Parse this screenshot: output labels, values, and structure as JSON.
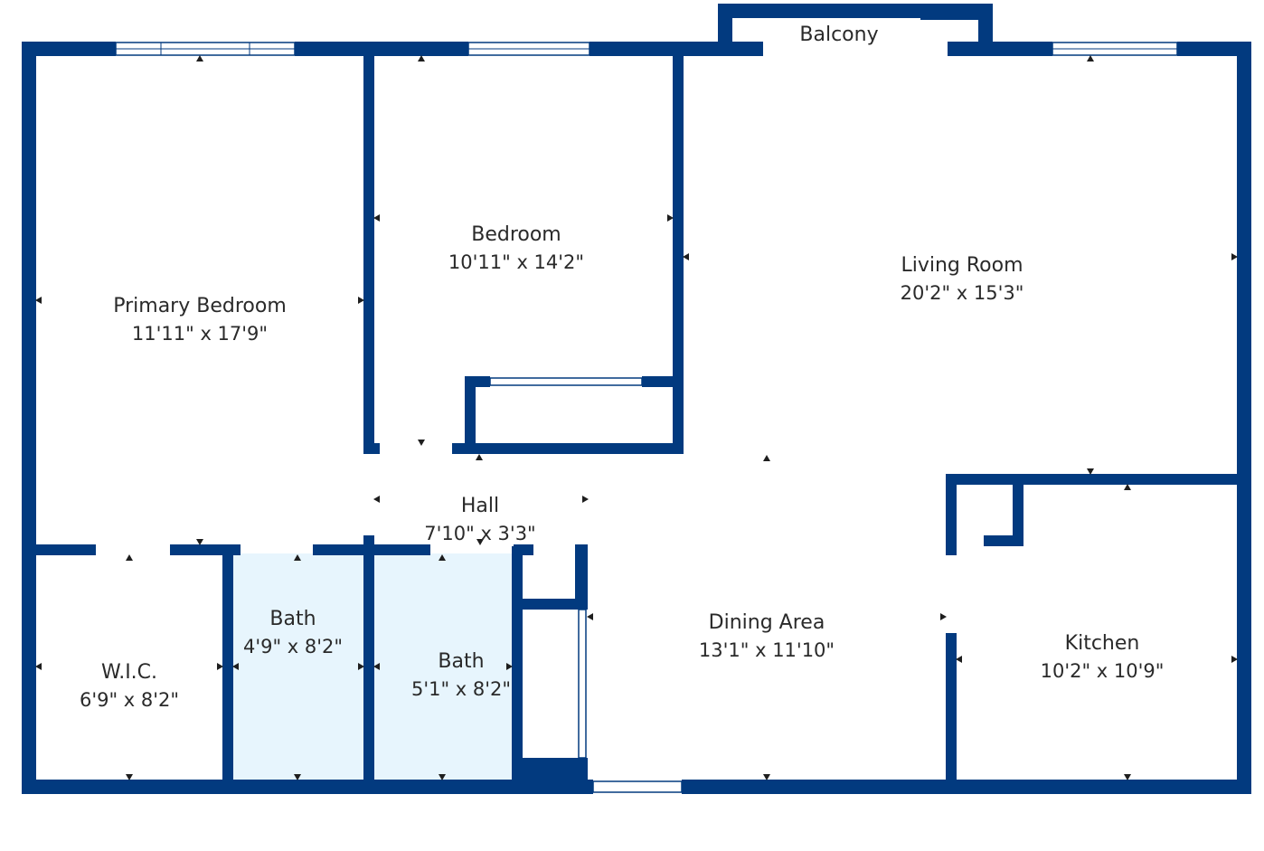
{
  "colors": {
    "wall": "#023a7f",
    "bath_fill": "#e7f5fd",
    "background": "#ffffff",
    "text": "#2a2a2a"
  },
  "rooms": {
    "balcony": {
      "name": "Balcony"
    },
    "primary_bedroom": {
      "name": "Primary Bedroom",
      "dims": "11'11\" x 17'9\""
    },
    "bedroom": {
      "name": "Bedroom",
      "dims": "10'11\" x 14'2\""
    },
    "living_room": {
      "name": "Living Room",
      "dims": "20'2\" x 15'3\""
    },
    "hall": {
      "name": "Hall",
      "dims": "7'10\" x 3'3\""
    },
    "wic": {
      "name": "W.I.C.",
      "dims": "6'9\" x 8'2\""
    },
    "bath_1": {
      "name": "Bath",
      "dims": "4'9\" x 8'2\""
    },
    "bath_2": {
      "name": "Bath",
      "dims": "5'1\" x 8'2\""
    },
    "dining_area": {
      "name": "Dining Area",
      "dims": "13'1\" x 11'10\""
    },
    "kitchen": {
      "name": "Kitchen",
      "dims": "10'2\" x 10'9\""
    }
  }
}
